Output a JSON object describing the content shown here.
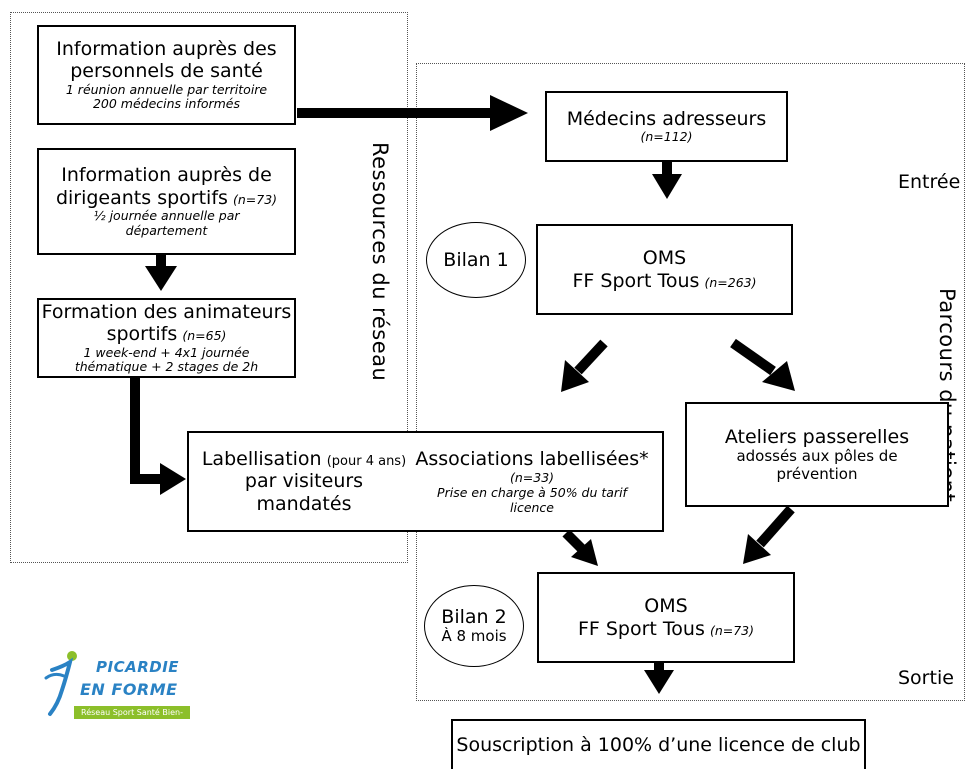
{
  "left_panel": {
    "title": "Ressources du réseau",
    "box_info_sante": {
      "title": "Information auprès des personnels de santé",
      "line1": "1 réunion annuelle par territoire",
      "line2": "200 médecins informés"
    },
    "box_info_dirigeants": {
      "title_a": "Information auprès de",
      "title_b": "dirigeants sportifs",
      "count": "(n=73)",
      "line1": "½ journée annuelle par",
      "line2": "département"
    },
    "box_formation": {
      "title_a": "Formation des animateurs",
      "title_b": "sportifs",
      "count": "(n=65)",
      "line1": "1 week-end + 4x1 journée",
      "line2": "thématique + 2 stages de 2h"
    },
    "box_labellisation": {
      "title_a": "Labellisation",
      "title_note": "(pour 4 ans)",
      "title_b": "par visiteurs mandatés"
    }
  },
  "right_panel": {
    "title": "Parcours du patient",
    "entree_label": "Entrée",
    "sortie_label": "Sortie",
    "bilan1": "Bilan 1",
    "bilan2_a": "Bilan 2",
    "bilan2_b": "À 8 mois",
    "box_medecins": {
      "title": "Médecins adresseurs",
      "count": "(n=112)"
    },
    "box_oms1": {
      "line1": "OMS",
      "line2": "FF Sport Tous",
      "count": "(n=263)"
    },
    "box_associations": {
      "title": "Associations labellisées*",
      "count": "(n=33)",
      "line1": "Prise en charge à 50% du tarif",
      "line2": "licence"
    },
    "box_ateliers": {
      "title": "Ateliers passerelles",
      "line1": "adossés aux pôles de",
      "line2": "prévention"
    },
    "box_oms2": {
      "line1": "OMS",
      "line2": "FF Sport Tous",
      "count": "(n=73)"
    }
  },
  "box_souscription": {
    "title": "Souscription à 100% d’une licence de club"
  },
  "logo": {
    "line1": "PICARDIE",
    "line2": "EN FORME",
    "tagline": "Réseau Sport Santé Bien-être",
    "colors": {
      "blue": "#2a82c4",
      "green": "#8cbf2a"
    }
  }
}
